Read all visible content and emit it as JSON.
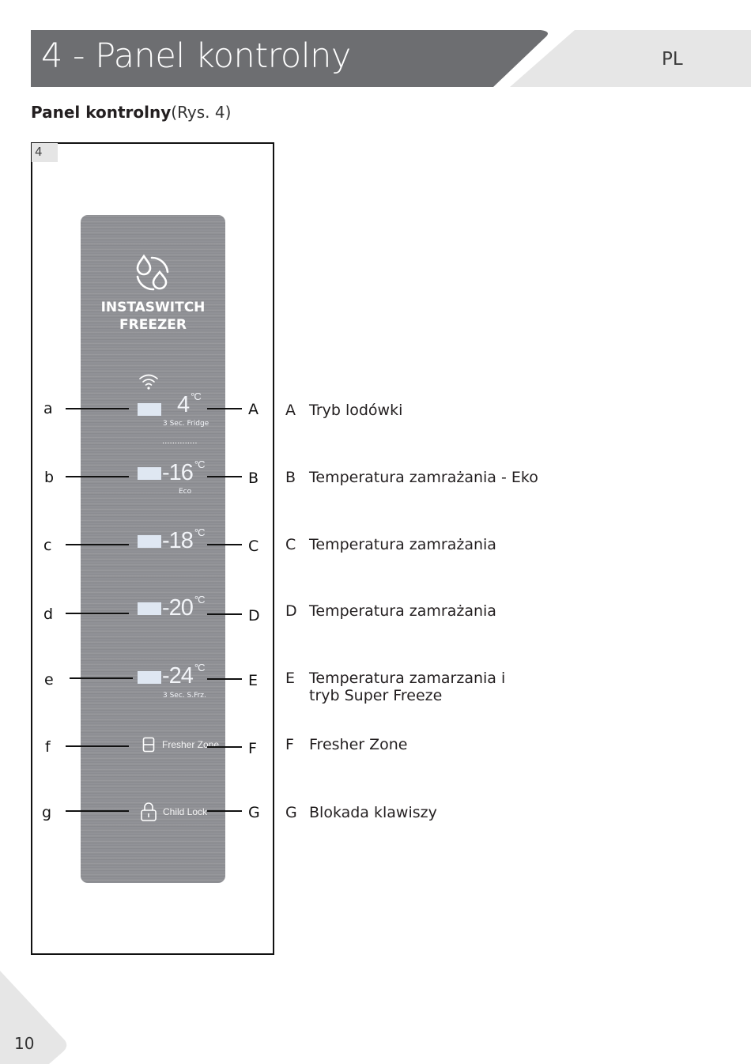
{
  "header": {
    "title": "4 - Panel kontrolny",
    "lang": "PL"
  },
  "subtitle": {
    "bold": "Panel kontrolny",
    "ref": "(Rys. 4)"
  },
  "figure": {
    "number": "4"
  },
  "panel": {
    "brand_line1": "INSTASWITCH",
    "brand_line2": "FREEZER",
    "rows": [
      {
        "temp": "4",
        "unit": "°C",
        "sub": "3 Sec. Fridge"
      },
      {
        "temp": "-16",
        "unit": "°C",
        "sub": "Eco"
      },
      {
        "temp": "-18",
        "unit": "°C",
        "sub": ""
      },
      {
        "temp": "-20",
        "unit": "°C",
        "sub": ""
      },
      {
        "temp": "-24",
        "unit": "°C",
        "sub": "3 Sec. S.Frz."
      }
    ],
    "dots": "··············",
    "fresher": "Fresher Zone",
    "childlock": "Child Lock"
  },
  "left_labels": [
    "a",
    "b",
    "c",
    "d",
    "e",
    "f",
    "g"
  ],
  "right_labels": [
    "A",
    "B",
    "C",
    "D",
    "E",
    "F",
    "G"
  ],
  "legend": [
    {
      "key": "A",
      "text": "Tryb lodówki"
    },
    {
      "key": "B",
      "text": "Temperatura zamrażania - Eko"
    },
    {
      "key": "C",
      "text": "Temperatura zamrażania"
    },
    {
      "key": "D",
      "text": "Temperatura zamrażania"
    },
    {
      "key": "E",
      "text": "Temperatura zamarzania i",
      "text2": "tryb Super Freeze"
    },
    {
      "key": "F",
      "text": "Fresher Zone"
    },
    {
      "key": "G",
      "text": "Blokada klawiszy"
    }
  ],
  "page_number": "10",
  "colors": {
    "header_dark": "#6d6e71",
    "header_light": "#e6e6e6",
    "panel": "#8f9094"
  }
}
